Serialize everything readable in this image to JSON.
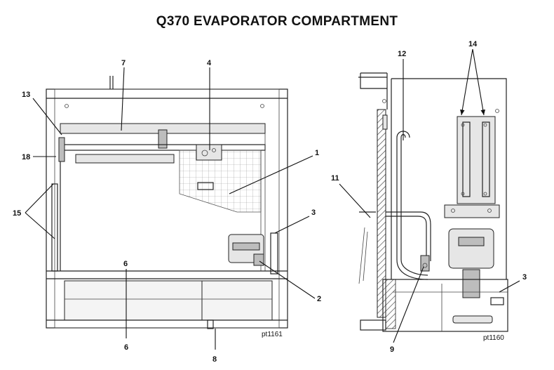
{
  "title": "Q370 EVAPORATOR COMPARTMENT",
  "left_view": {
    "ref_code": "pt1161",
    "callouts": [
      "1",
      "2",
      "3",
      "4",
      "6",
      "7",
      "8",
      "13",
      "15",
      "18"
    ]
  },
  "right_view": {
    "ref_code": "pt1160",
    "callouts": [
      "3",
      "9",
      "11",
      "12",
      "14"
    ]
  }
}
